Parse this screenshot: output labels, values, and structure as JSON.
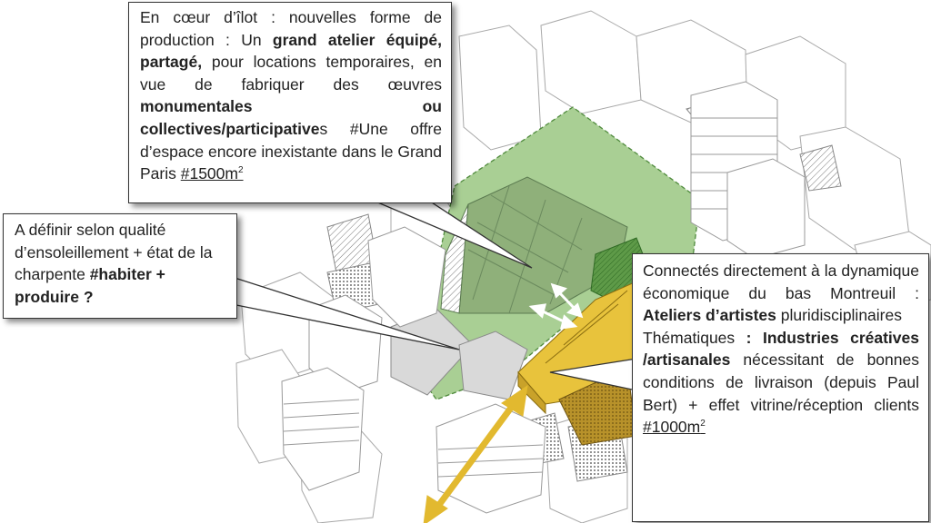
{
  "callouts": {
    "top": {
      "t1": "En cœur d’îlot : nouvelles forme de production : Un ",
      "b1": "grand atelier équipé, partagé,",
      "t2": " pour locations temporaires, en vue de fabriquer des œuvres ",
      "b2": "monumentales ou collectives/participative",
      "t3": "s #Une offre d’espace encore inexistante dans le Grand Paris ",
      "u1": "#1500m",
      "sup": "2"
    },
    "left": {
      "t1": "A définir selon qualité d’ensoleillement + état de la charpente ",
      "b1": "#habiter + produire ?"
    },
    "right": {
      "t1": "Connectés directement à la dynamique économique du bas Montreuil : ",
      "b1": "Ateliers d’artistes",
      "t2": " pluridisciplinaires",
      "t3": "Thématiques ",
      "b2": ": Industries créatives /artisanales",
      "t4": " nécessitant de bonnes conditions de livraison (depuis Paul Bert) + effet vitrine/réception clients ",
      "u1": "#1000m",
      "sup": "2"
    }
  },
  "colors": {
    "courtyard_green": "#a9cf94",
    "workshop_green": "#8fb07a",
    "dark_green": "#4f8a3c",
    "yellow": "#e8c33c",
    "ochre": "#b8922a",
    "grey_block": "#d9d9d9",
    "line": "#9a9a9a"
  }
}
